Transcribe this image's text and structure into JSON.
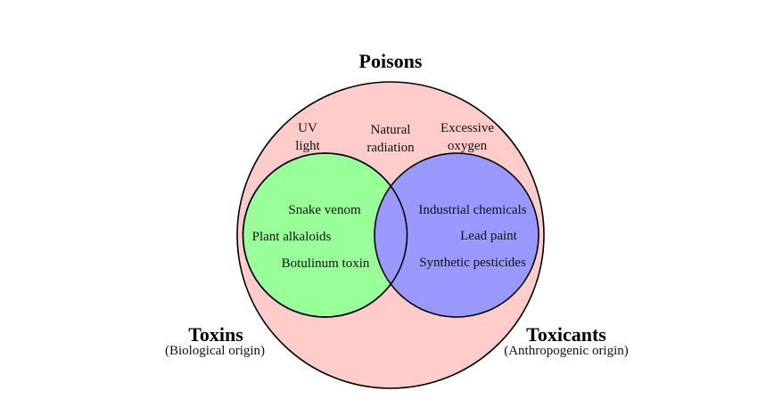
{
  "diagram": {
    "type": "venn",
    "title": "Poisons",
    "colors": {
      "poisons_fill": "#ffcccc",
      "toxins_fill": "#99ff99",
      "toxicants_fill": "#9999ff",
      "stroke": "#000000"
    },
    "outer_set": {
      "label": "Poisons",
      "items": [
        {
          "line1": "UV",
          "line2": "light"
        },
        {
          "line1": "Natural",
          "line2": "radiation"
        },
        {
          "line1": "Excessive",
          "line2": "oxygen"
        }
      ]
    },
    "toxins": {
      "label": "Toxins",
      "sublabel": "(Biological origin)",
      "items": [
        "Snake venom",
        "Plant alkaloids",
        "Botulinum toxin"
      ]
    },
    "toxicants": {
      "label": "Toxicants",
      "sublabel": "(Anthropogenic origin)",
      "items": [
        "Industrial chemicals",
        "Lead paint",
        "Synthetic pesticides"
      ]
    }
  }
}
